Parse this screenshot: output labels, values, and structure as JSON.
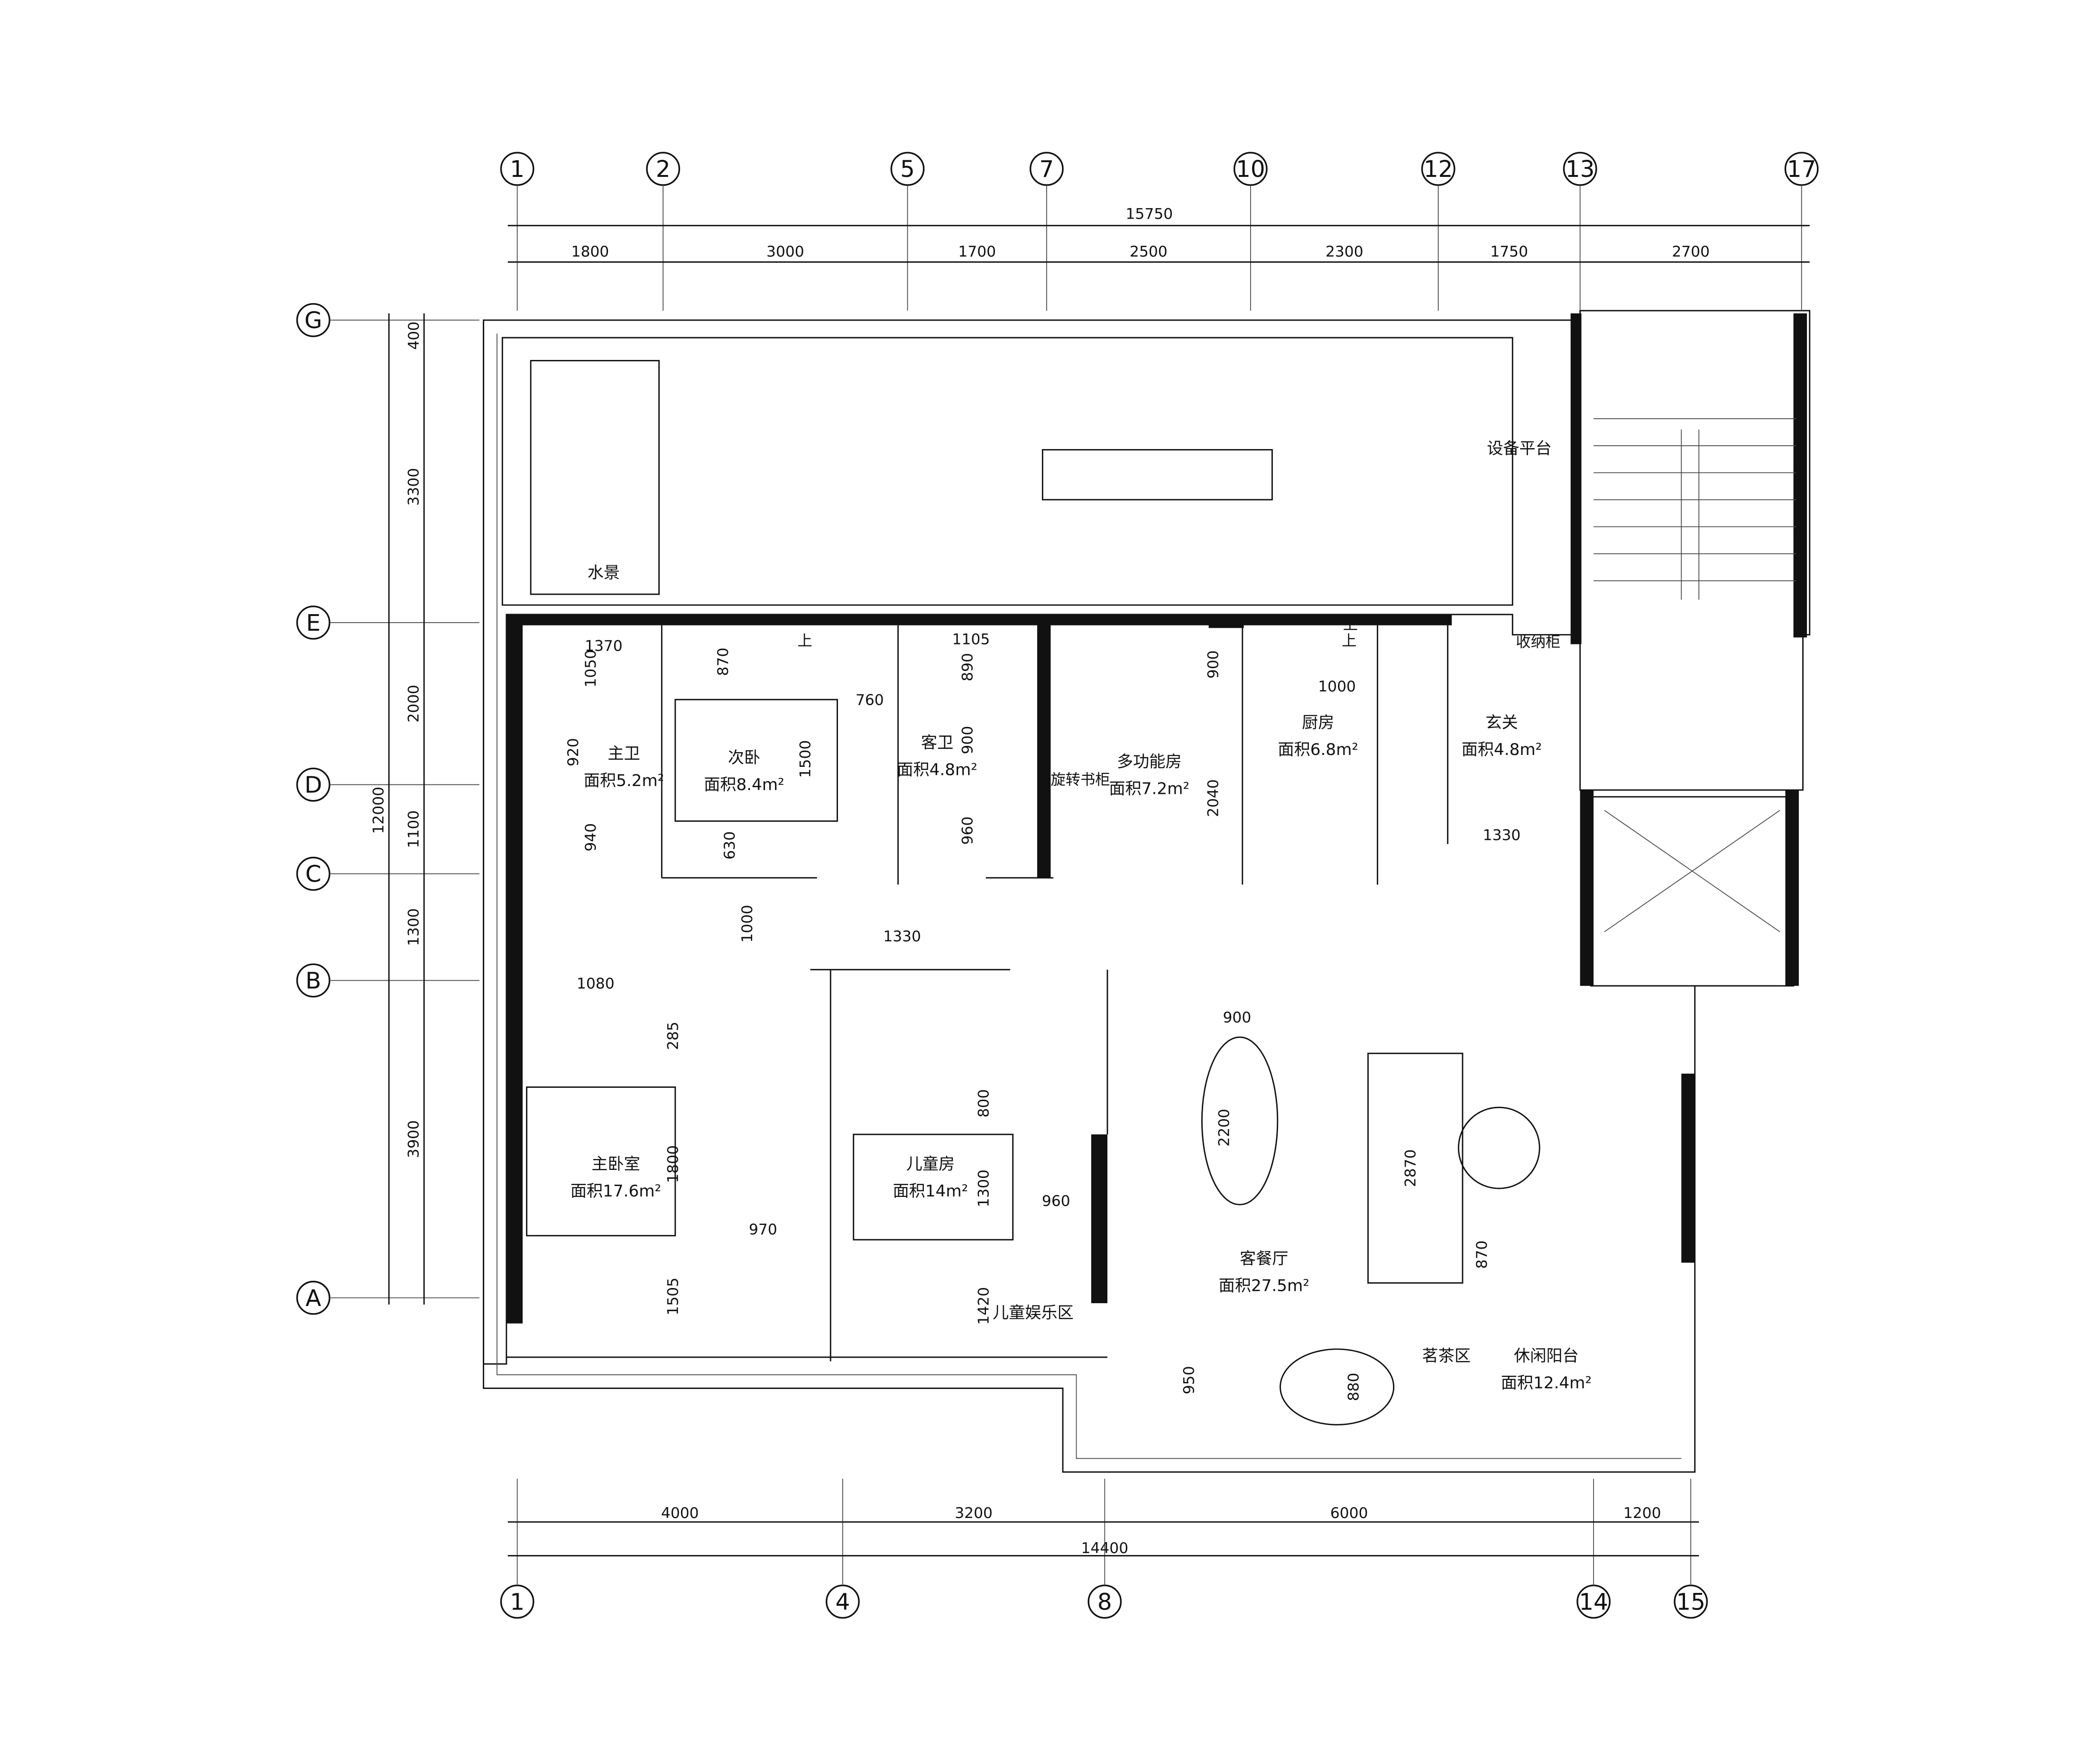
{
  "top_axes": [
    "1",
    "2",
    "5",
    "7",
    "10",
    "12",
    "13",
    "17"
  ],
  "top_total": "15750",
  "top_dims": [
    "1800",
    "3000",
    "1700",
    "2500",
    "2300",
    "1750",
    "2700"
  ],
  "left_axes": [
    "G",
    "E",
    "D",
    "C",
    "B",
    "A"
  ],
  "left_total": "12000",
  "left_dims": [
    "400",
    "3300",
    "2000",
    "1100",
    "1300",
    "3900"
  ],
  "bottom_axes": [
    "1",
    "4",
    "8",
    "14",
    "15"
  ],
  "bottom_total": "14400",
  "bottom_dims": [
    "4000",
    "3200",
    "6000",
    "1200"
  ],
  "rooms": [
    {
      "name": "水景"
    },
    {
      "name": "设备平台"
    },
    {
      "name": "主卫",
      "area": "面积5.2m²"
    },
    {
      "name": "次卧",
      "area": "面积8.4m²"
    },
    {
      "name": "客卫",
      "area": "面积4.8m²"
    },
    {
      "name": "多功能房",
      "area": "面积7.2m²"
    },
    {
      "name": "厨房",
      "area": "面积6.8m²"
    },
    {
      "name": "玄关",
      "area": "面积4.8m²"
    },
    {
      "name": "主卧室",
      "area": "面积17.6m²"
    },
    {
      "name": "儿童房",
      "area": "面积14m²"
    },
    {
      "name": "儿童娱乐区"
    },
    {
      "name": "客餐厅",
      "area": "面积27.5m²"
    },
    {
      "name": "茗茶区"
    },
    {
      "name": "休闲阳台",
      "area": "面积12.4m²"
    }
  ],
  "fixture_labels": [
    "收纳柜",
    "旋转书柜",
    "上",
    "上",
    "上"
  ],
  "interior_dims": [
    "1370",
    "1050",
    "920",
    "940",
    "870",
    "760",
    "1500",
    "630",
    "1105",
    "890",
    "900",
    "960",
    "900",
    "2040",
    "1000",
    "1330",
    "1000",
    "1330",
    "1080",
    "285",
    "1800",
    "970",
    "1505",
    "900",
    "2200",
    "800",
    "1300",
    "960",
    "1420",
    "2870",
    "870",
    "950",
    "880"
  ]
}
